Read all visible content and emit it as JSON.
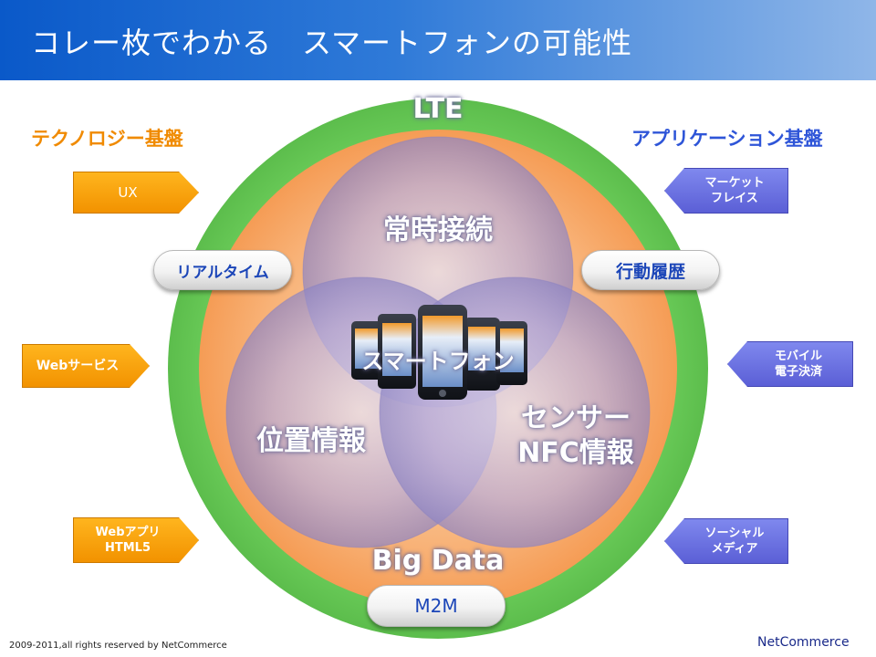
{
  "header": {
    "title": "コレー枚でわかる　スマートフォンの可能性"
  },
  "diagram": {
    "outer_ring_label": "LTE",
    "bottom_label": "Big Data",
    "circles": {
      "top": "常時接続",
      "left": "位置情報",
      "right_line1": "センサー",
      "right_line2": "NFC情報"
    },
    "center_label": "スマートフォン",
    "pills": {
      "left": "リアルタイム",
      "right": "行動履歴",
      "bottom": "M2M"
    }
  },
  "left_panel": {
    "title": "テクノロジー基盤",
    "tags": [
      "UX",
      "Webサービス",
      "Webアプリ\nHTML5"
    ]
  },
  "right_panel": {
    "title": "アプリケーション基盤",
    "tags": [
      "マーケット\nフレイス",
      "モバイル\n電子決済",
      "ソーシャル\nメディア"
    ]
  },
  "footer": {
    "copyright": "2009-2011,all rights reserved by NetCommerce",
    "brand": "NetCommerce"
  },
  "colors": {
    "outer_green": "#6cce5a",
    "inner_orange": "#f7b072",
    "circle_purple": "#8e8ed2",
    "tag_orange": "#f29200",
    "tag_purple": "#5b5fd6"
  }
}
